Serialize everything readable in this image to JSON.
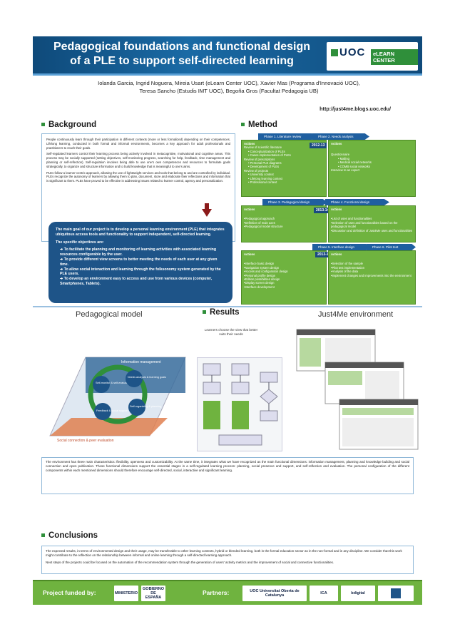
{
  "header": {
    "title_line1": "Pedagogical foundations and functional design",
    "title_line2": "of a PLE to support self-directed learning",
    "logo_uoc": "UOC",
    "logo_elearn": "eLEARN CENTER"
  },
  "authors_line1": "Iolanda Garcia, Ingrid Noguera, Mireia Usart (eLearn Center UOC), Xavier Mas (Programa d'Innovació UOC),",
  "authors_line2": "Teresa Sancho (Estudis IMT UOC), Begoña Gros (Facultat Pedagogia UB)",
  "url": "http://just4me.blogs.uoc.edu/",
  "background": {
    "heading": "Background",
    "p1": "People continuously learn through their participation in different contexts (more or less formalized) depending on their competences. Lifelong learning, conducted in both formal and informal environments, becomes a key approach for adult professionals and practitioners to reach their goals.",
    "p2": "Self-regulated learners control their learning process being actively involved in metacognitive, motivational and cognitive areas. This process may be socially supported (setting objectives, self-monitoring progress, searching for help, feedback, time management and planning or self-reflection). Self-regulation involves being able to use one's own competences and resources to formulate goals strategically, to organize and structure information and to build knowledge that is meaningful to one's aims.",
    "p3": "PLEs follow a learner-centric approach, allowing the use of lightweight services and tools that belong to and are controlled by individual. PLEs recognize the autonomy of learners by allowing them to plan, document, store and elaborate their reflections and information that is significant to them. PLEs have proved to be effective in addressing issues related to learner control, agency and personalization."
  },
  "goal": {
    "main": "The main goal of our project is to develop a personal learning environment (PLE) that integrates ubiquitous access tools and functionality to support independent, self-directed learning.",
    "objectives_title": "The specific objectives are:",
    "objectives": [
      "➔ To facilitate the planning and monitoring of learning activities with associated learning resources configurable by the user.",
      "➔ To provide different view screens to better meeting the needs of each user at any given time.",
      "➔ To allow social interaction and learning through the folksonomy system generated by the PLE users.",
      "➔ To develop an environment easy to access and use from various devices (computer, Smartphones, Tablets)."
    ]
  },
  "method": {
    "heading": "Method",
    "phase1": "Phase 1. Literature review",
    "phase2": "Phase 2. Needs analysis",
    "year1": "2012-13",
    "box1": [
      "Actions",
      "Review of scientific literature",
      "• Conceptualization of PLEs",
      "• Cases implementation of PLEs",
      "Review of prescriptions",
      "• Personal PLE diagrams",
      "• Development of PLEs",
      "Review of projects",
      "• University context",
      "• Lifelong learning context",
      "• Professional context"
    ],
    "box2": [
      "Actions",
      "Questionnaire",
      "• Mailing",
      "• Medical social networks",
      "• COMB social networks",
      "Interview to an expert"
    ],
    "phase3": "Phase 3. Pedagogical design",
    "phase4": "Phase 4. Functional design",
    "year2": "2013-14",
    "box3": [
      "Actions",
      "•Pedagogical approach",
      "•Definition of main axes",
      "•Pedagogical model structure"
    ],
    "box4": [
      "Actions",
      "•List of uses and functionalities",
      "•Selection of uses and functionalities based on the pedagogical model",
      "•Discussion and definition of Just4Me uses and functionalities"
    ],
    "phase5": "Phase 5. Interface design",
    "phase6": "Phase 6. Pilot test",
    "year3": "2013-14",
    "box5": [
      "Actions",
      "•Interface basic design",
      "•Navigation system design",
      "•Access and configuration design",
      "•Personal profile design",
      "•Edition possibilities design",
      "•Display screen design",
      "•Interface development"
    ],
    "box6": [
      "Actions",
      "•Selection of the sample",
      "•Pilot test implementation",
      "•Analysis of the data",
      "•Implement changes and improvements into the environment"
    ]
  },
  "results": {
    "heading": "Results",
    "pedagogical_model": "Pedagogical model",
    "environment": "Just4Me environment",
    "learners_note": "Learners choose the view that better suits their needs",
    "model_labels": {
      "info_mgmt": "Information management",
      "self_monitor": "Self-monitor & self-evaluate",
      "needs": "Needs analysis & learning goals",
      "organizing": "Self-organizing & planning",
      "feedback": "Feedback & social support",
      "social": "Social connection & peer evaluation"
    },
    "env_text": "The environment has three main characteristics: flexibility, openness and customizability. At the same time, it integrates what we have recognized as the main functional dimensions: information management, planning and knowledge building and social connection and open publication. Those functional dimensions support the essential stages in a self-regulated learning process: planning, social presence and support, and self-reflection and evaluation. The personal configuration of the different components within each mentioned dimensions should therefore encourage self-directed, social, interactive and significant learning."
  },
  "conclusions": {
    "heading": "Conclusions",
    "p1": "The expected results, in terms of environmental design and their usage, may be transferable to other learning contexts, hybrid or blended learning, both in the formal education sector as in the non-formal and in any discipline. We consider that this work might contribute to the reflection on the relationship between informal and online learning through a self-directed learning approach.",
    "p2": "Next steps of the projects could be focused on the automation of the recommendation system through the generation of users' activity metrics and the improvement of social and connective functionalities."
  },
  "footer": {
    "funded_label": "Project funded by:",
    "partners_label": "Partners:",
    "funder1": "MINISTERIO",
    "funder2": "GOBIERNO DE ESPAÑA",
    "partner1": "UOC Universitat Oberta de Catalunya",
    "partner2": "ICA",
    "partner3": "bdigital",
    "partner4": "logo"
  },
  "colors": {
    "blue": "#1e5488",
    "green": "#6fb33f",
    "header": "#0f4a7a"
  }
}
